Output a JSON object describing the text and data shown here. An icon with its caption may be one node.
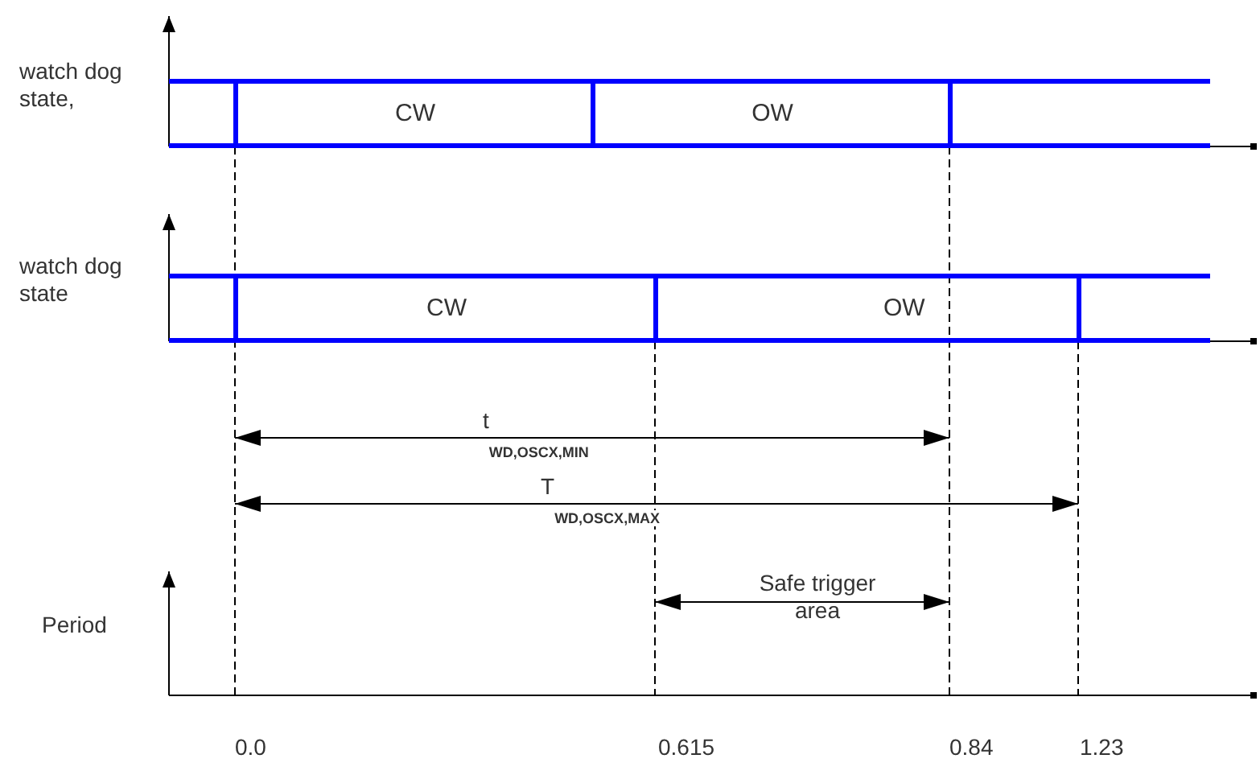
{
  "diagram": {
    "nodes": [
      {
        "text": [],
        "shape": "box"
      },
      {
        "text": [
          "CW"
        ]
      },
      {
        "text": [
          "OW"
        ]
      },
      {
        "text": [],
        "shape": "box"
      },
      {
        "text": [],
        "shape": "box"
      },
      {
        "text": [
          "CW"
        ]
      },
      {
        "text": [
          "OW"
        ]
      },
      {
        "text": [],
        "shape": "box"
      }
    ],
    "edges": [],
    "labels": [
      "watch dog state,",
      "watch dog state",
      "t$_{WD,OSCX,MIN}$",
      "T$_{WD,OSCX,MAX}$",
      "Period",
      "Safe trigger area",
      "0.0",
      "0.615",
      "0.84",
      "1.23"
    ]
  }
}
